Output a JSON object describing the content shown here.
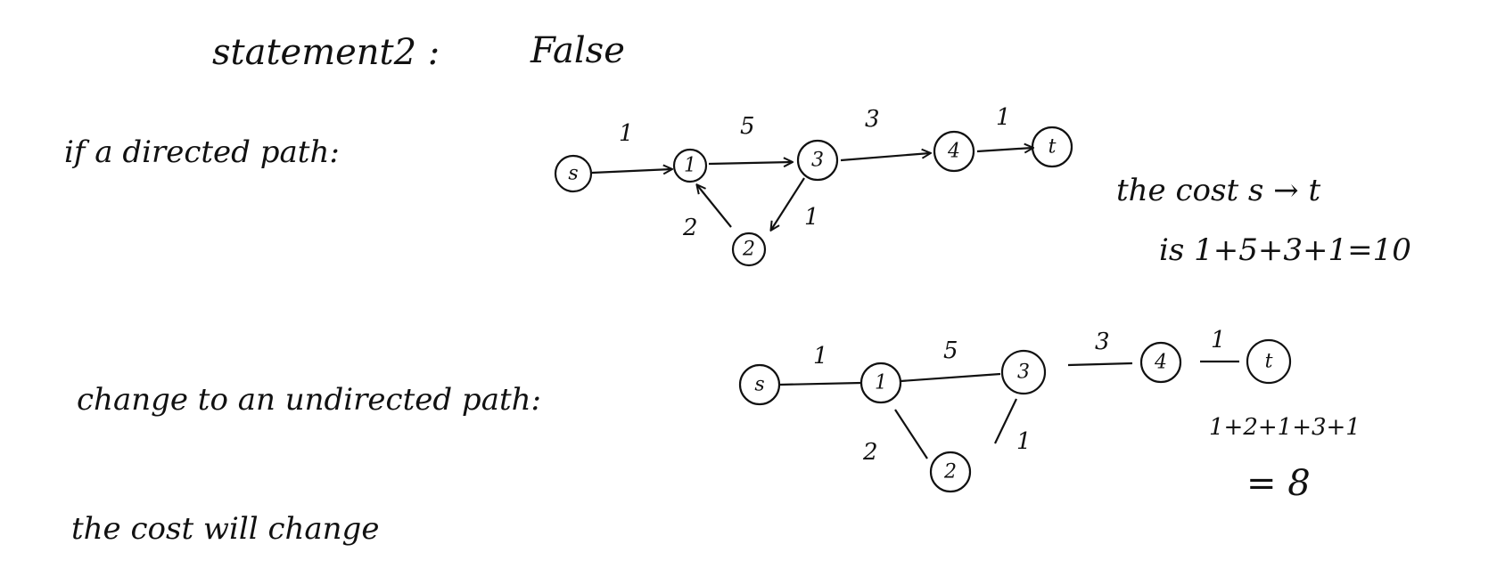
{
  "statement": {
    "label": "statement2 :",
    "value": "False"
  },
  "directed": {
    "caption": "if a directed path:",
    "nodes": {
      "s": "s",
      "n1": "1",
      "n2": "2",
      "n3": "3",
      "n4": "4",
      "t": "t"
    },
    "weights": {
      "s_1": "1",
      "1_3": "5",
      "3_4": "3",
      "4_t": "1",
      "3_2": "1",
      "2_1": "2"
    },
    "cost_line1": "the cost s → t",
    "cost_line2": "is 1+5+3+1=10"
  },
  "undirected": {
    "caption": "change to an undirected path:",
    "nodes": {
      "s": "s",
      "n1": "1",
      "n2": "2",
      "n3": "3",
      "n4": "4",
      "t": "t"
    },
    "weights": {
      "s_1": "1",
      "1_3": "5",
      "3_4": "3",
      "4_t": "1",
      "3_2": "1",
      "1_2": "2"
    },
    "sum_line1": "1+2+1+3+1",
    "sum_line2": "= 8"
  },
  "conclusion": "the cost will change"
}
